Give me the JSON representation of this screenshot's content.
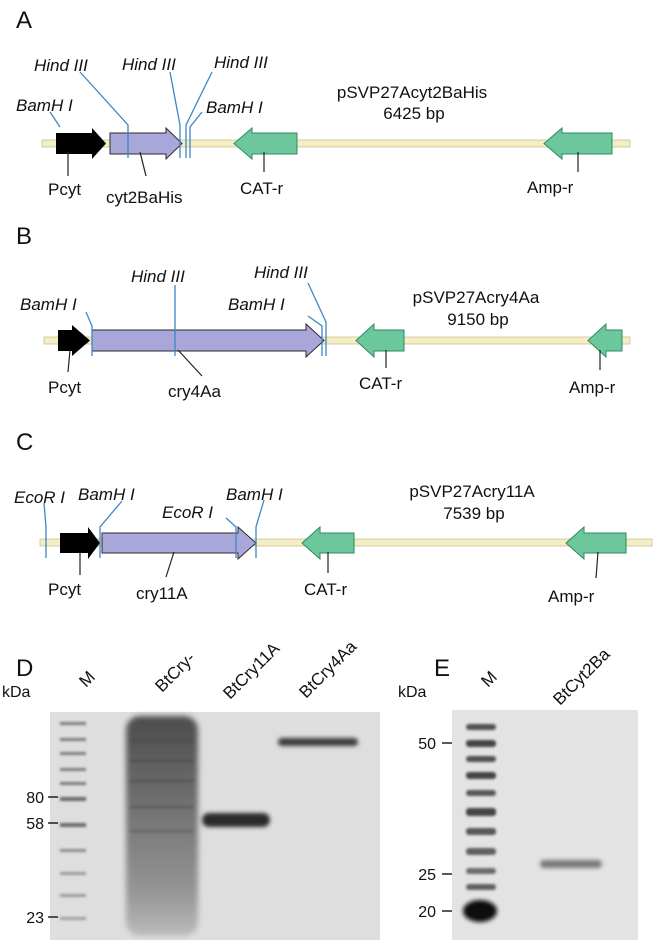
{
  "panels": {
    "A": "A",
    "B": "B",
    "C": "C",
    "D": "D",
    "E": "E"
  },
  "maps": {
    "A": {
      "plasmid": "pSVP27Acyt2BaHis",
      "size": "6425 bp",
      "sites": [
        "Hind III",
        "Hind III",
        "Hind III",
        "BamH I",
        "BamH I"
      ],
      "features": [
        "Pcyt",
        "cyt2BaHis",
        "CAT-r",
        "Amp-r"
      ]
    },
    "B": {
      "plasmid": "pSVP27Acry4Aa",
      "size": "9150 bp",
      "sites": [
        "BamH I",
        "Hind III",
        "Hind III",
        "BamH I"
      ],
      "features": [
        "Pcyt",
        "cry4Aa",
        "CAT-r",
        "Amp-r"
      ]
    },
    "C": {
      "plasmid": "pSVP27Acry11A",
      "size": "7539 bp",
      "sites": [
        "EcoR I",
        "BamH I",
        "EcoR I",
        "BamH I"
      ],
      "features": [
        "Pcyt",
        "cry11A",
        "CAT-r",
        "Amp-r"
      ]
    }
  },
  "gels": {
    "D": {
      "unit": "kDa",
      "lanes": [
        "M",
        "BtCry-",
        "BtCry11A",
        "BtCry4Aa"
      ],
      "markers": [
        "80",
        "58",
        "23"
      ]
    },
    "E": {
      "unit": "kDa",
      "lanes": [
        "M",
        "BtCyt2Ba"
      ],
      "markers": [
        "50",
        "25",
        "20"
      ]
    }
  },
  "colors": {
    "backbone": "#f3eec3",
    "gene": "#a9a7d9",
    "resistance": "#6cc79d",
    "promoter": "#000000",
    "site_line": "#3d86c6"
  }
}
